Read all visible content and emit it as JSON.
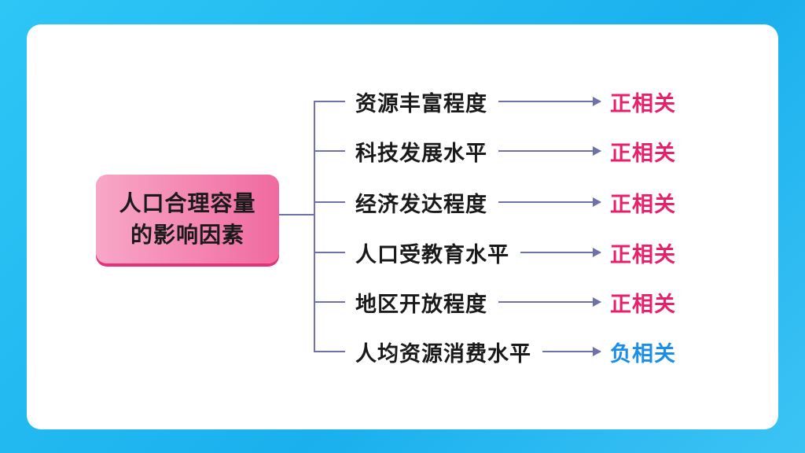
{
  "root": {
    "line1": "人口合理容量",
    "line2": "的影响因素"
  },
  "colors": {
    "positive": "#e8206c",
    "negative": "#1a8ee8"
  },
  "factors": [
    {
      "label": "资源丰富程度",
      "result": "正相关",
      "type": "positive"
    },
    {
      "label": "科技发展水平",
      "result": "正相关",
      "type": "positive"
    },
    {
      "label": "经济发达程度",
      "result": "正相关",
      "type": "positive"
    },
    {
      "label": "人口受教育水平",
      "result": "正相关",
      "type": "positive"
    },
    {
      "label": "地区开放程度",
      "result": "正相关",
      "type": "positive"
    },
    {
      "label": "人均资源消费水平",
      "result": "负相关",
      "type": "negative"
    }
  ]
}
